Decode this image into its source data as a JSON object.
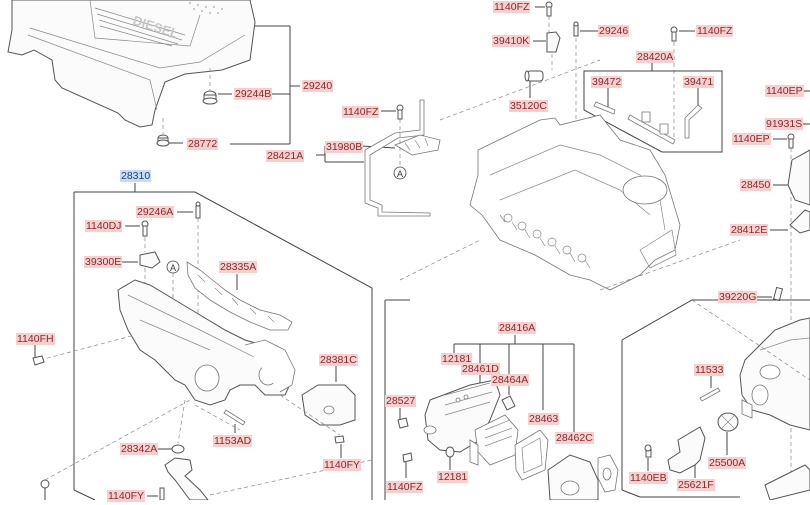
{
  "diagram": {
    "title_labels": {
      "group_main": "28310"
    },
    "engine_cover_logo": "DIESEL",
    "reference_marker": "A",
    "labels": {
      "p_1140FZ_top": "1140FZ",
      "p_39410K": "39410K",
      "p_29246": "29246",
      "p_1140FZ_right": "1140FZ",
      "p_28420A": "28420A",
      "p_39472": "39472",
      "p_39471": "39471",
      "p_35120C": "35120C",
      "p_1140EP_top": "1140EP",
      "p_91931S": "91931S",
      "p_1140EP_bot": "1140EP",
      "p_28450": "28450",
      "p_28412E": "28412E",
      "p_39220G": "39220G",
      "p_29244B": "29244B",
      "p_29240": "29240",
      "p_28772": "28772",
      "p_1140FZ_mid": "1140FZ",
      "p_31980B": "31980B",
      "p_28421A": "28421A",
      "p_28310": "28310",
      "p_29246A": "29246A",
      "p_1140DJ": "1140DJ",
      "p_39300E": "39300E",
      "p_28335A": "28335A",
      "p_1140FH": "1140FH",
      "p_28381C": "28381C",
      "p_1153AD": "1153AD",
      "p_28342A": "28342A",
      "p_1140FY_right": "1140FY",
      "p_1140FY_bot": "1140FY",
      "p_28416A": "28416A",
      "p_12181_top": "12181",
      "p_28461D": "28461D",
      "p_28464A": "28464A",
      "p_28527": "28527",
      "p_28463": "28463",
      "p_28462C": "28462C",
      "p_1140FZ_bot": "1140FZ",
      "p_12181_bot": "12181",
      "p_11533": "11533",
      "p_25500A": "25500A",
      "p_1140EB": "1140EB",
      "p_25621F": "25621F"
    },
    "colors": {
      "label_bg": "#f7cfcf",
      "label_text": "#8a2a2a",
      "group_bg": "#c9dcf5",
      "group_text": "#1f3f8a",
      "line": "#444444"
    }
  }
}
